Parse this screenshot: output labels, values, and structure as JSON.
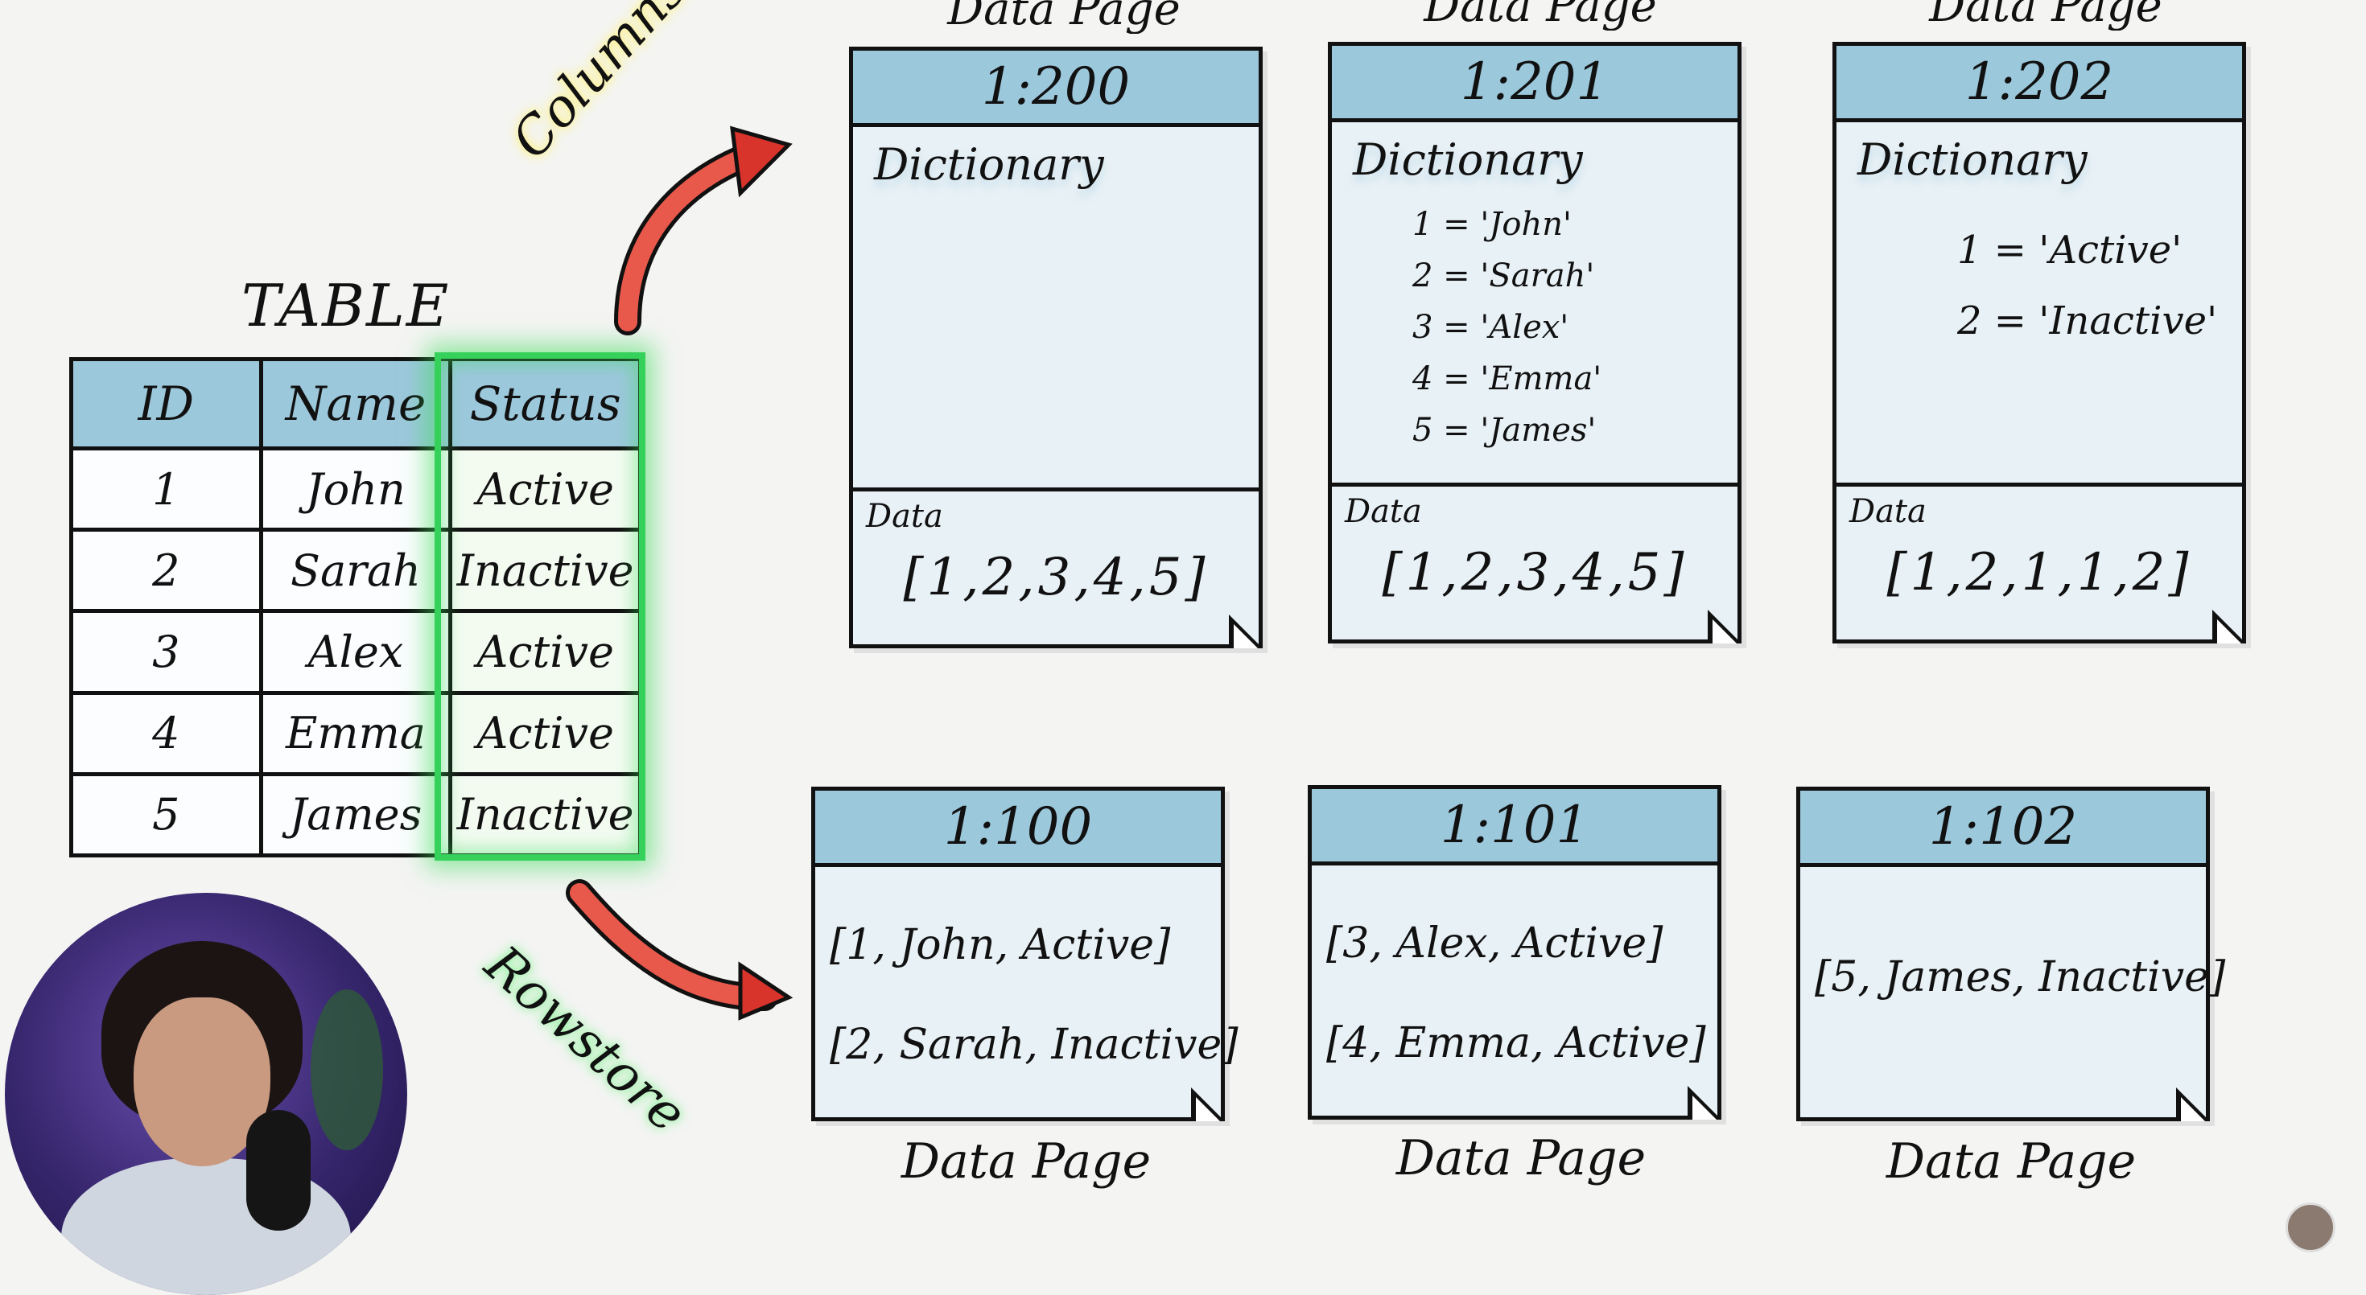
{
  "table": {
    "title": "TABLE",
    "headers": [
      "ID",
      "Name",
      "Status"
    ],
    "rows": [
      [
        "1",
        "John",
        "Active"
      ],
      [
        "2",
        "Sarah",
        "Inactive"
      ],
      [
        "3",
        "Alex",
        "Active"
      ],
      [
        "4",
        "Emma",
        "Active"
      ],
      [
        "5",
        "James",
        "Inactive"
      ]
    ],
    "highlighted_column": "Status",
    "highlight_color": "#36d15a"
  },
  "labels": {
    "columnstore": "Columnstore",
    "rowstore": "Rowstore"
  },
  "columnstore_pages": [
    {
      "caption": "Data Page",
      "id": "1:200",
      "dictionary_title": "Dictionary",
      "dictionary": [],
      "data_title": "Data",
      "data": "[1,2,3,4,5]"
    },
    {
      "caption": "Data Page",
      "id": "1:201",
      "dictionary_title": "Dictionary",
      "dictionary": [
        "1 = 'John'",
        "2 = 'Sarah'",
        "3 = 'Alex'",
        "4 = 'Emma'",
        "5 = 'James'"
      ],
      "data_title": "Data",
      "data": "[1,2,3,4,5]"
    },
    {
      "caption": "Data Page",
      "id": "1:202",
      "dictionary_title": "Dictionary",
      "dictionary": [
        "1 = 'Active'",
        "2 = 'Inactive'"
      ],
      "data_title": "Data",
      "data": "[1,2,1,1,2]"
    }
  ],
  "rowstore_pages": [
    {
      "id": "1:100",
      "rows": [
        "[1, John, Active]",
        "[2, Sarah, Inactive]"
      ],
      "caption": "Data Page"
    },
    {
      "id": "1:101",
      "rows": [
        "[3, Alex, Active]",
        "[4, Emma, Active]"
      ],
      "caption": "Data Page"
    },
    {
      "id": "1:102",
      "rows": [
        "[5, James, Inactive]"
      ],
      "caption": "Data Page"
    }
  ],
  "colors": {
    "page_header": "#9cc8dc",
    "page_body": "#e8f1f6",
    "arrow_red": "#d9342b",
    "background": "#f4f4f3"
  },
  "icons": [
    "curved-arrow-icon",
    "dog-ear-icon"
  ]
}
